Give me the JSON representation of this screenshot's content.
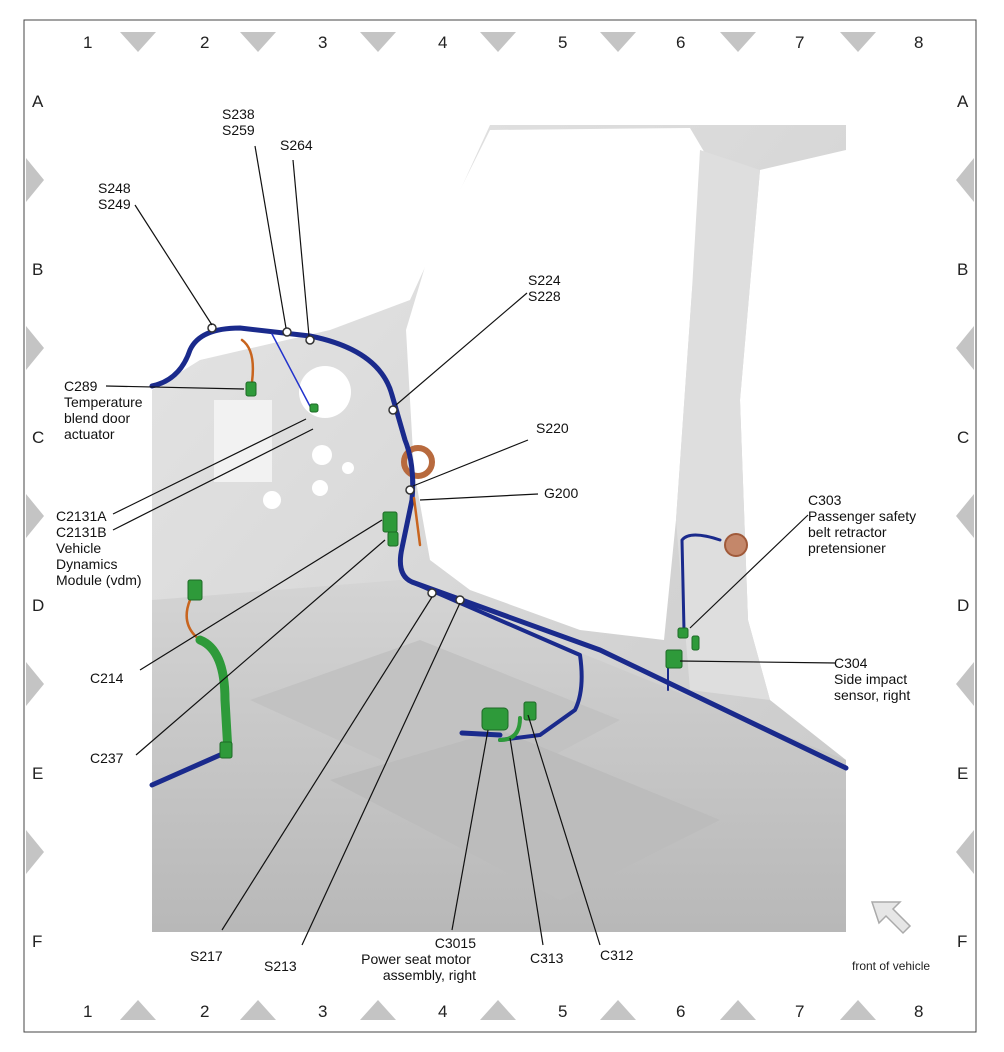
{
  "grid": {
    "columns": [
      "1",
      "2",
      "3",
      "4",
      "5",
      "6",
      "7",
      "8"
    ],
    "rows": [
      "A",
      "B",
      "C",
      "D",
      "E",
      "F"
    ]
  },
  "callouts": {
    "s248": [
      "S248",
      "S249"
    ],
    "s238": [
      "S238",
      "S259"
    ],
    "s264": [
      "S264"
    ],
    "s224": [
      "S224",
      "S228"
    ],
    "s220": [
      "S220"
    ],
    "g200": [
      "G200"
    ],
    "c289": [
      "C289",
      "Temperature",
      "blend door",
      "actuator"
    ],
    "c2131": [
      "C2131A",
      "C2131B",
      "Vehicle",
      "Dynamics",
      "Module (vdm)"
    ],
    "c303": [
      "C303",
      "Passenger safety",
      "belt retractor",
      "pretensioner"
    ],
    "c304": [
      "C304",
      "Side impact",
      "sensor, right"
    ],
    "c214": [
      "C214"
    ],
    "c237": [
      "C237"
    ],
    "s217": [
      "S217"
    ],
    "s213": [
      "S213"
    ],
    "c3015": [
      "C3015",
      "Power seat motor",
      "assembly, right"
    ],
    "c313": [
      "C313"
    ],
    "c312": [
      "C312"
    ]
  },
  "front_of_vehicle": "front of vehicle",
  "colors": {
    "harness": "#1a2a8c",
    "connector": "#2e9a3a",
    "jumper": "#c8641e",
    "body": "#d9d9d9",
    "border_triangle": "#c4c4c4"
  }
}
